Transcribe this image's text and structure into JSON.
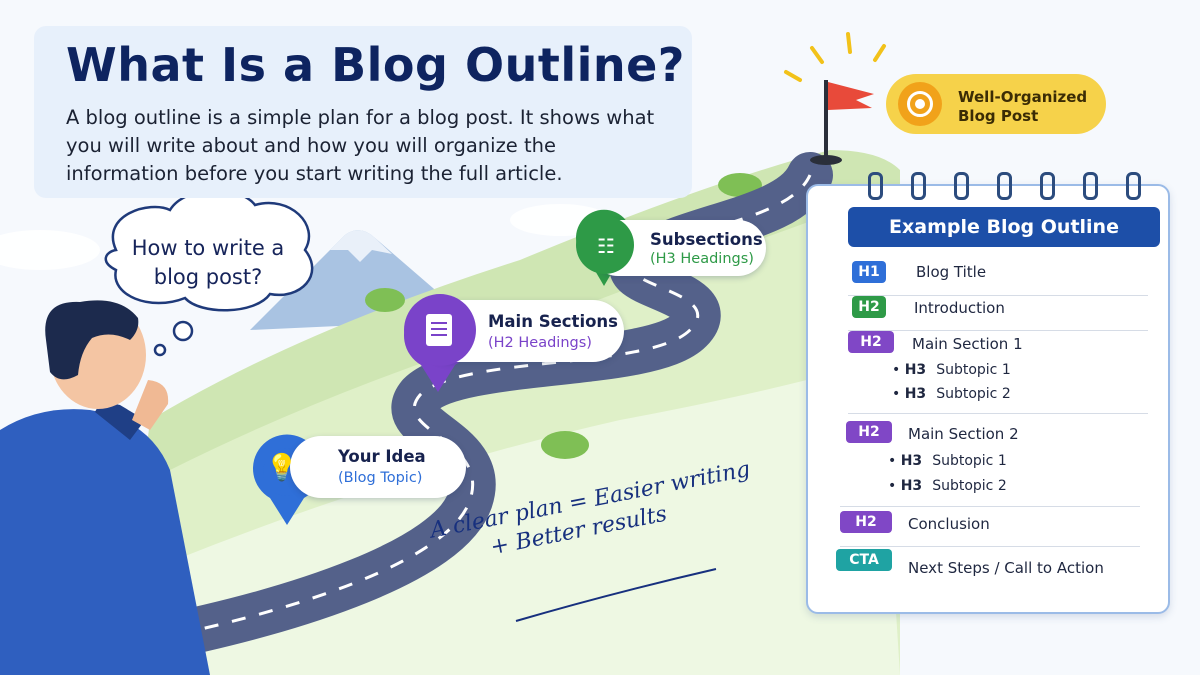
{
  "header": {
    "title": "What Is a Blog Outline?",
    "description": "A blog outline is a simple plan for a blog post. It shows what you will write about and how you will organize the information before you start writing the full article."
  },
  "thought": "How to write a blog post?",
  "stops": [
    {
      "title": "Your Idea",
      "subtitle": "(Blog Topic)",
      "icon": "lightbulb-icon",
      "color": "#2f6fd8"
    },
    {
      "title": "Main Sections",
      "subtitle": "(H2 Headings)",
      "icon": "document-icon",
      "color": "#7a43c9"
    },
    {
      "title": "Subsections",
      "subtitle": "(H3 Headings)",
      "icon": "sitemap-icon",
      "color": "#2e9a47"
    }
  ],
  "goal": {
    "label": "Well-Organized Blog Post",
    "icon": "target-icon"
  },
  "formula": {
    "line1": "A clear plan = Easier writing",
    "line2": "+ Better results"
  },
  "outline": {
    "title": "Example Blog Outline",
    "rows": [
      {
        "tag": "H1",
        "label": "Blog Title",
        "color": "#2f6fd8"
      },
      {
        "tag": "H2",
        "label": "Introduction",
        "color": "#2e9a47"
      },
      {
        "tag": "H2",
        "label": "Main Section 1",
        "color": "#8047c6",
        "subs": [
          {
            "tag": "H3",
            "label": "Subtopic 1"
          },
          {
            "tag": "H3",
            "label": "Subtopic 2"
          }
        ]
      },
      {
        "tag": "H2",
        "label": "Main Section 2",
        "color": "#8047c6",
        "subs": [
          {
            "tag": "H3",
            "label": "Subtopic 1"
          },
          {
            "tag": "H3",
            "label": "Subtopic 2"
          }
        ]
      },
      {
        "tag": "H2",
        "label": "Conclusion",
        "color": "#8047c6"
      },
      {
        "tag": "CTA",
        "label": "Next Steps / Call to Action",
        "color": "#1fa3a3"
      }
    ]
  }
}
